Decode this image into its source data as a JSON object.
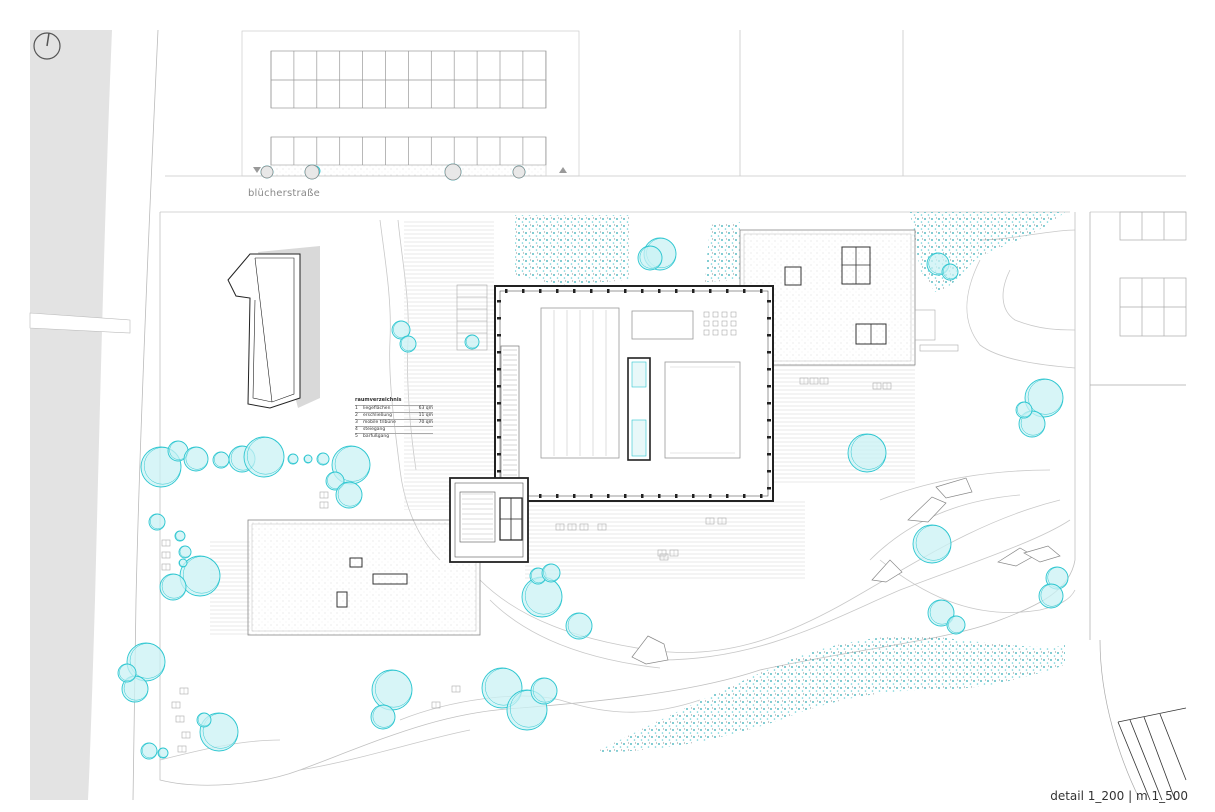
{
  "street_name": "blücherstraße",
  "scale_text": "detail 1_200 | m 1_500",
  "legend": {
    "title": "raumverzeichnis",
    "rows": [
      {
        "num": "1",
        "label": "liegeflächen",
        "area": "63 qm"
      },
      {
        "num": "2",
        "label": "erschließung",
        "area": "11 qm"
      },
      {
        "num": "3",
        "label": "mobile tribüne",
        "area": "70 qm"
      },
      {
        "num": "4",
        "label": "steiegang",
        "area": ""
      },
      {
        "num": "5",
        "label": "barfußgang",
        "area": ""
      }
    ]
  },
  "colors": {
    "tree_stroke": "#2fc7d1",
    "tree_fill": "#c9f1f4",
    "canal": "#e3e3e3",
    "line": "#aaaaaa",
    "wall": "#222222",
    "shadow": "#d6d6d6"
  },
  "icons": {
    "north_arrow": "compass-north-icon"
  }
}
